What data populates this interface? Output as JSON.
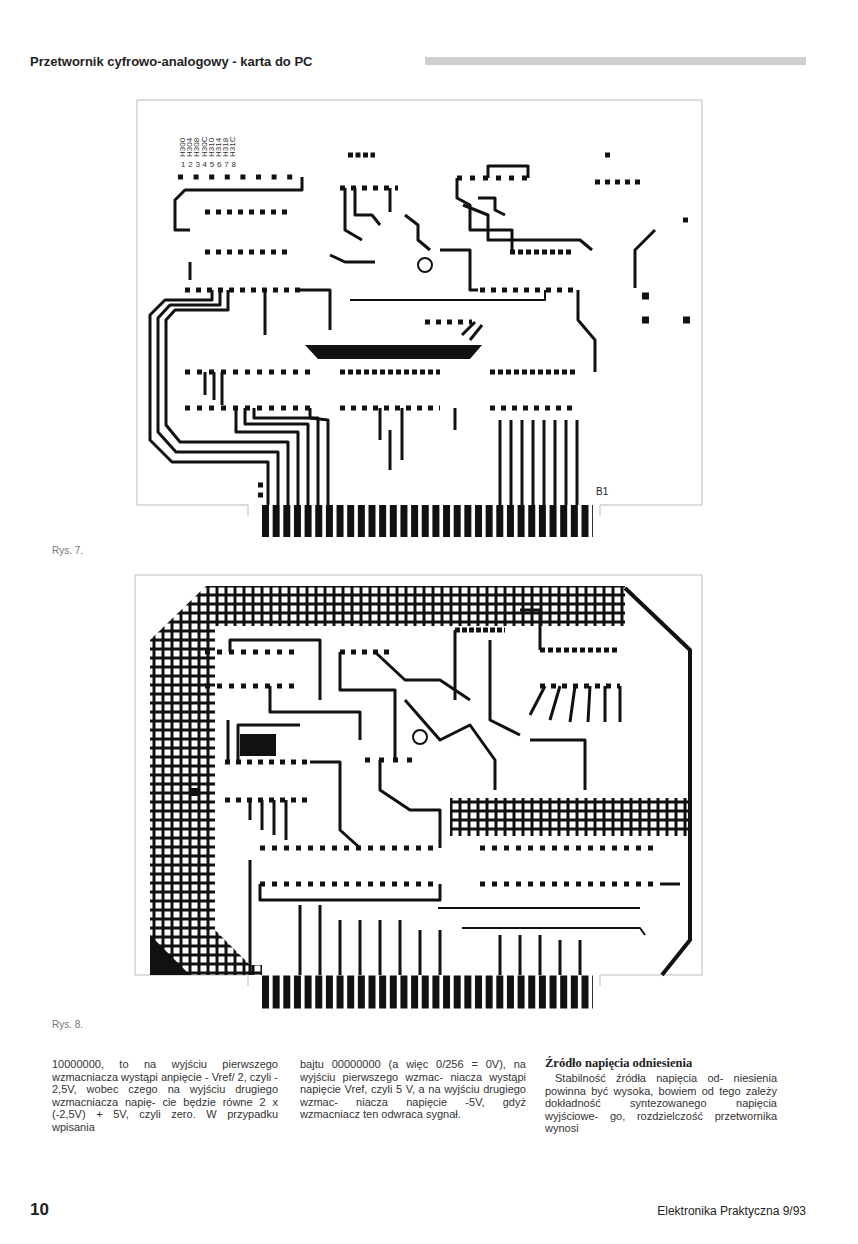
{
  "diagram": {
    "title": "Przetwornik cyfrowo-analogowy - karta do PC",
    "labels": [
      "H300",
      "H304",
      "H308",
      "H30C",
      "H310",
      "H314",
      "H318",
      "H31C",
      "1",
      "2",
      "3",
      "4",
      "5",
      "6",
      "7",
      "8",
      "B1",
      "Rys. 7.",
      "Rys. 8.",
      "10000000, to na wyjściu pierwszego wzmacniacza wystąpi anpięcie - Vref/ 2, czyli - 2,5V, wobec czego na wyjściu drugiego wzmacniacza napię- cie będzie równe 2 x (-2,5V) + 5V, czyli zero. W przypadku wpisania",
      "bajtu 00000000 (a więc 0/256 = 0V), na wyjściu pierwszego wzmac- niacza wystąpi napięcie Vref, czyli 5 V, a na wyjściu drugiego wzmac- niacza napięcie -5V, gdyż wzmacniacz ten odwraca sygnał.",
      "Źródło napięcia odniesienia",
      "Stabilność źródła napięcia od- niesienia powinna być wysoka, bowiem od tego zależy dokładność syntezowanego napięcia wyjściowe- go, rozdzielczość przetwornika wynosi",
      "10",
      "Elektronika Praktyczna 9/93"
    ]
  }
}
